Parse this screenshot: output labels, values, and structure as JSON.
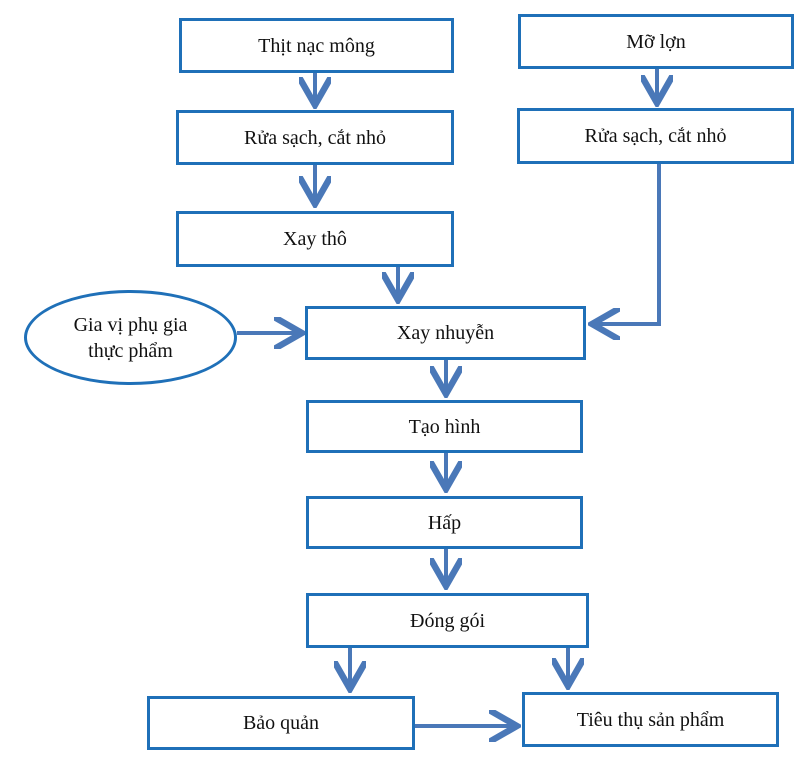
{
  "diagram": {
    "colors": {
      "box_border": "#1f70b8",
      "arrow": "#4a78b8",
      "text": "#111111",
      "background": "#ffffff"
    },
    "nodes": {
      "thit_nac_mong": "Thịt nạc mông",
      "mo_lon": "Mỡ lợn",
      "rua_sach_left": "Rửa sạch, cắt nhỏ",
      "rua_sach_right": "Rửa sạch, cắt nhỏ",
      "xay_tho": "Xay thô",
      "xay_nhuyen": "Xay nhuyễn",
      "gia_vi_line1": "Gia vị phụ gia",
      "gia_vi_line2": "thực phẩm",
      "tao_hinh": "Tạo hình",
      "hap": "Hấp",
      "dong_goi": "Đóng gói",
      "bao_quan": "Bảo quản",
      "tieu_thu": "Tiêu thụ sản phẩm"
    },
    "edges": [
      {
        "from": "thit_nac_mong",
        "to": "rua_sach_left"
      },
      {
        "from": "rua_sach_left",
        "to": "xay_tho"
      },
      {
        "from": "xay_tho",
        "to": "xay_nhuyen"
      },
      {
        "from": "mo_lon",
        "to": "rua_sach_right"
      },
      {
        "from": "rua_sach_right",
        "to": "xay_nhuyen"
      },
      {
        "from": "gia_vi",
        "to": "xay_nhuyen"
      },
      {
        "from": "xay_nhuyen",
        "to": "tao_hinh"
      },
      {
        "from": "tao_hinh",
        "to": "hap"
      },
      {
        "from": "hap",
        "to": "dong_goi"
      },
      {
        "from": "dong_goi",
        "to": "bao_quan"
      },
      {
        "from": "dong_goi",
        "to": "tieu_thu"
      },
      {
        "from": "bao_quan",
        "to": "tieu_thu"
      }
    ]
  }
}
